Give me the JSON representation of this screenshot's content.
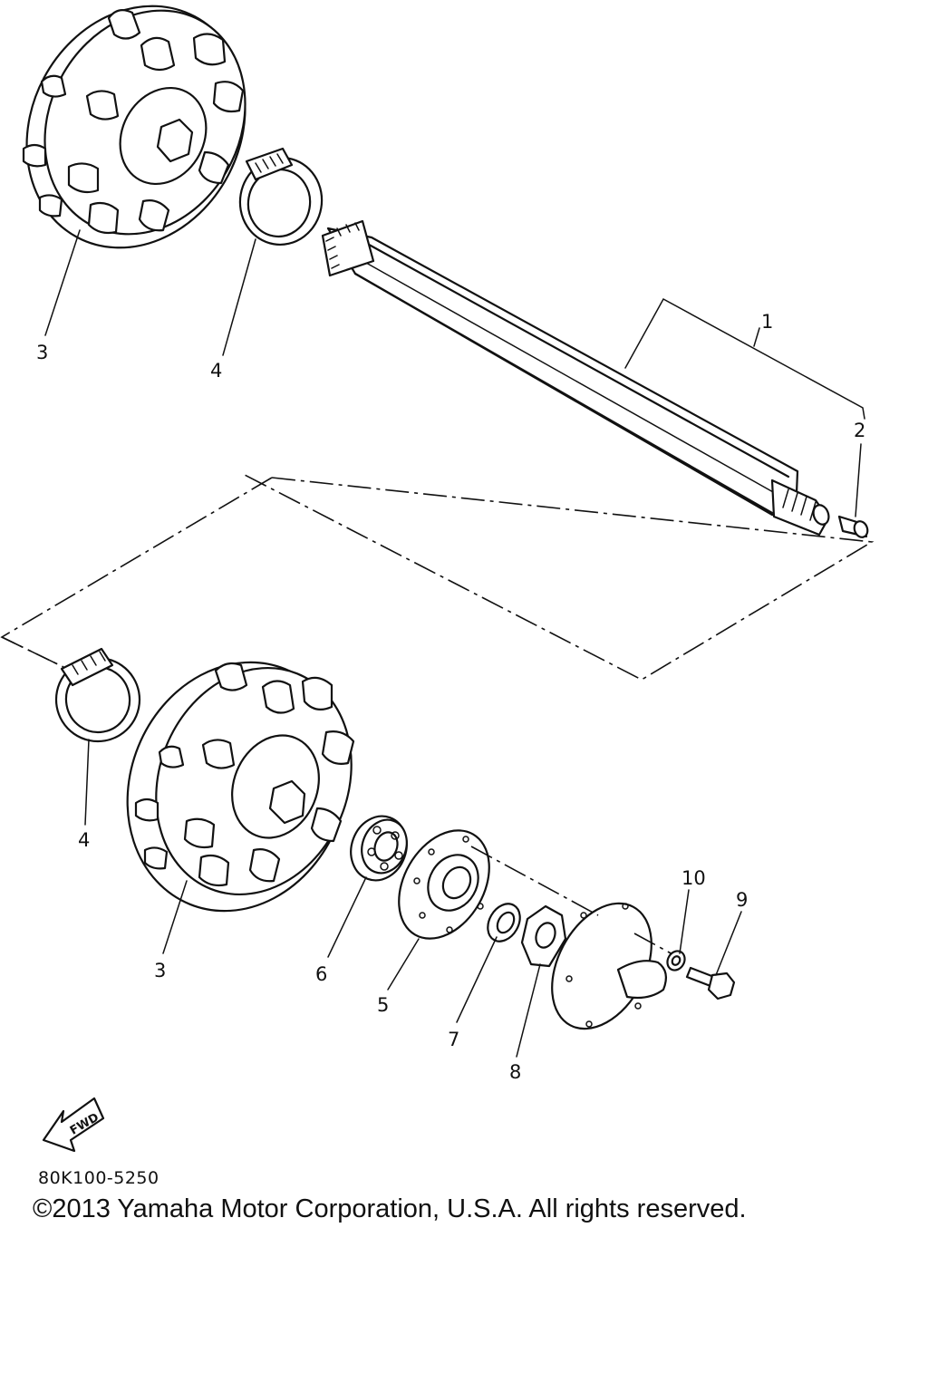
{
  "callouts": {
    "c1": "1",
    "c2": "2",
    "c3_top": "3",
    "c4_top": "4",
    "c4_bottom": "4",
    "c3_bottom": "3",
    "c6": "6",
    "c5": "5",
    "c7": "7",
    "c8": "8",
    "c10": "10",
    "c9": "9"
  },
  "fwd_label": "FWD",
  "part_code": "80K100-5250",
  "copyright": "©2013 Yamaha Motor Corporation, U.S.A. All rights reserved.",
  "colors": {
    "ink": "#111111",
    "paper": "#ffffff"
  }
}
